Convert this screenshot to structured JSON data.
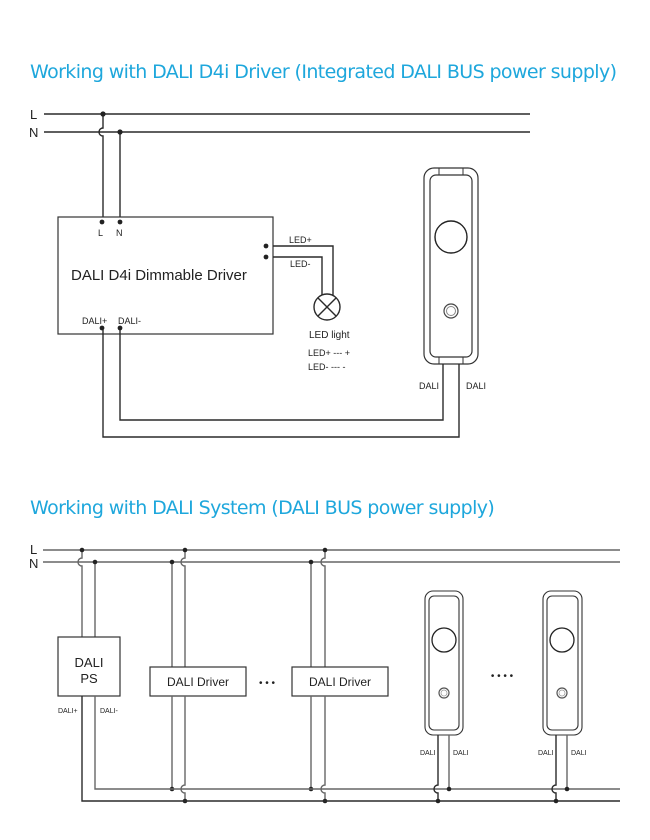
{
  "diagram1": {
    "title": "Working with DALI D4i Driver (Integrated DALI BUS power supply)",
    "mains": {
      "line_label": "L",
      "neutral_label": "N"
    },
    "driver": {
      "label": "DALI D4i Dimmable Driver",
      "terminal_l": "L",
      "terminal_n": "N",
      "terminal_dali_plus": "DALI+",
      "terminal_dali_minus": "DALI-",
      "output_plus": "LED+",
      "output_minus": "LED-"
    },
    "led": {
      "label": "LED light",
      "legend_plus": "LED+ --- +",
      "legend_minus": "LED- --- -"
    },
    "sensor": {
      "wire_label_left": "DALI",
      "wire_label_right": "DALI"
    }
  },
  "diagram2": {
    "title": "Working with DALI System (DALI BUS power supply)",
    "mains": {
      "line_label": "L",
      "neutral_label": "N"
    },
    "power_supply": {
      "label_line1": "DALI",
      "label_line2": "PS",
      "terminal_dali_plus": "DALI+",
      "terminal_dali_minus": "DALI-"
    },
    "drivers": [
      {
        "label": "DALI Driver"
      },
      {
        "label": "DALI Driver"
      }
    ],
    "driver_ellipsis": "• • •",
    "sensors": [
      {
        "wire_label_left": "DALI",
        "wire_label_right": "DALI"
      },
      {
        "wire_label_left": "DALI",
        "wire_label_right": "DALI"
      }
    ],
    "sensor_ellipsis": "• • • •"
  },
  "colors": {
    "title": "#1ea7dc",
    "wire": "#2a2a2a"
  }
}
